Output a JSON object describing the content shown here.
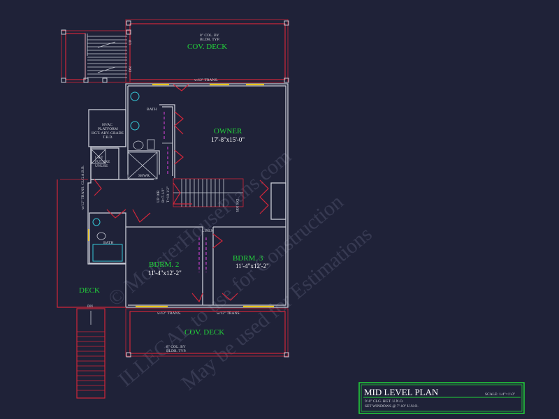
{
  "rooms": {
    "cov_deck_top": "COV. DECK",
    "cov_deck_bottom": "COV. DECK",
    "deck": "DECK",
    "owner": "OWNER",
    "owner_dim": "17'-8\"x15'-0\"",
    "bdrm2": "BDRM. 2",
    "bdrm2_dim": "11'-4\"x12'-2\"",
    "bdrm3": "BDRM. 3",
    "bdrm3_dim": "11'-4\"x12'-2\"",
    "bath_upper": "BATH",
    "bath_lower": "BATH",
    "shwr": "SHWR.",
    "linen": "LINEN",
    "lift": [
      "LIFT",
      "FUTURE",
      "UNUSE"
    ],
    "hvac": [
      "HVAC",
      "PLATFORM",
      "HGT. ABV. GRADE",
      "T.B.D."
    ]
  },
  "notes": {
    "col_top": [
      "8\" COL. BY",
      "BLDR. TYP."
    ],
    "col_bottom": [
      "8\" COL. BY",
      "BLDR. TYP."
    ],
    "trans_top": "w/12\" TRANS.",
    "trans_bottom_left": "w/12\" TRANS.",
    "trans_bottom_right": "w/12\" TRANS.",
    "trans_left": "w/12\" TRANS. CLG.A.B.B.",
    "stair_up": "UP",
    "stair_dn": "DN",
    "deck_dn": "DN",
    "stair_mid_up": "UP 16R",
    "stair_mid_dn": "DN 16R",
    "stair_mid_riser": "R=7-1/2\"",
    "stair_mid_tread": "T=10-1/2\""
  },
  "title_block": {
    "title": "MID LEVEL PLAN",
    "scale": "SCALE: 1/4\"=1'-0\"",
    "line1": "9'-0\" CLG. HGT. U.N.O.",
    "line2": "SET WINDOWS @ 7'-10\" U.N.O."
  },
  "watermark": {
    "line1": "© MonsterHousePlans.com",
    "line2": "ILLEGAL to use for Construction",
    "line3": "May be used for Estimations"
  },
  "colors": {
    "background": "#1f2238",
    "wall": "#c9ccd6",
    "outline": "#d1263a",
    "label": "#22d33a",
    "window": "#e8c21c",
    "fixture": "#35c7d6",
    "stud": "#c23dc9"
  }
}
